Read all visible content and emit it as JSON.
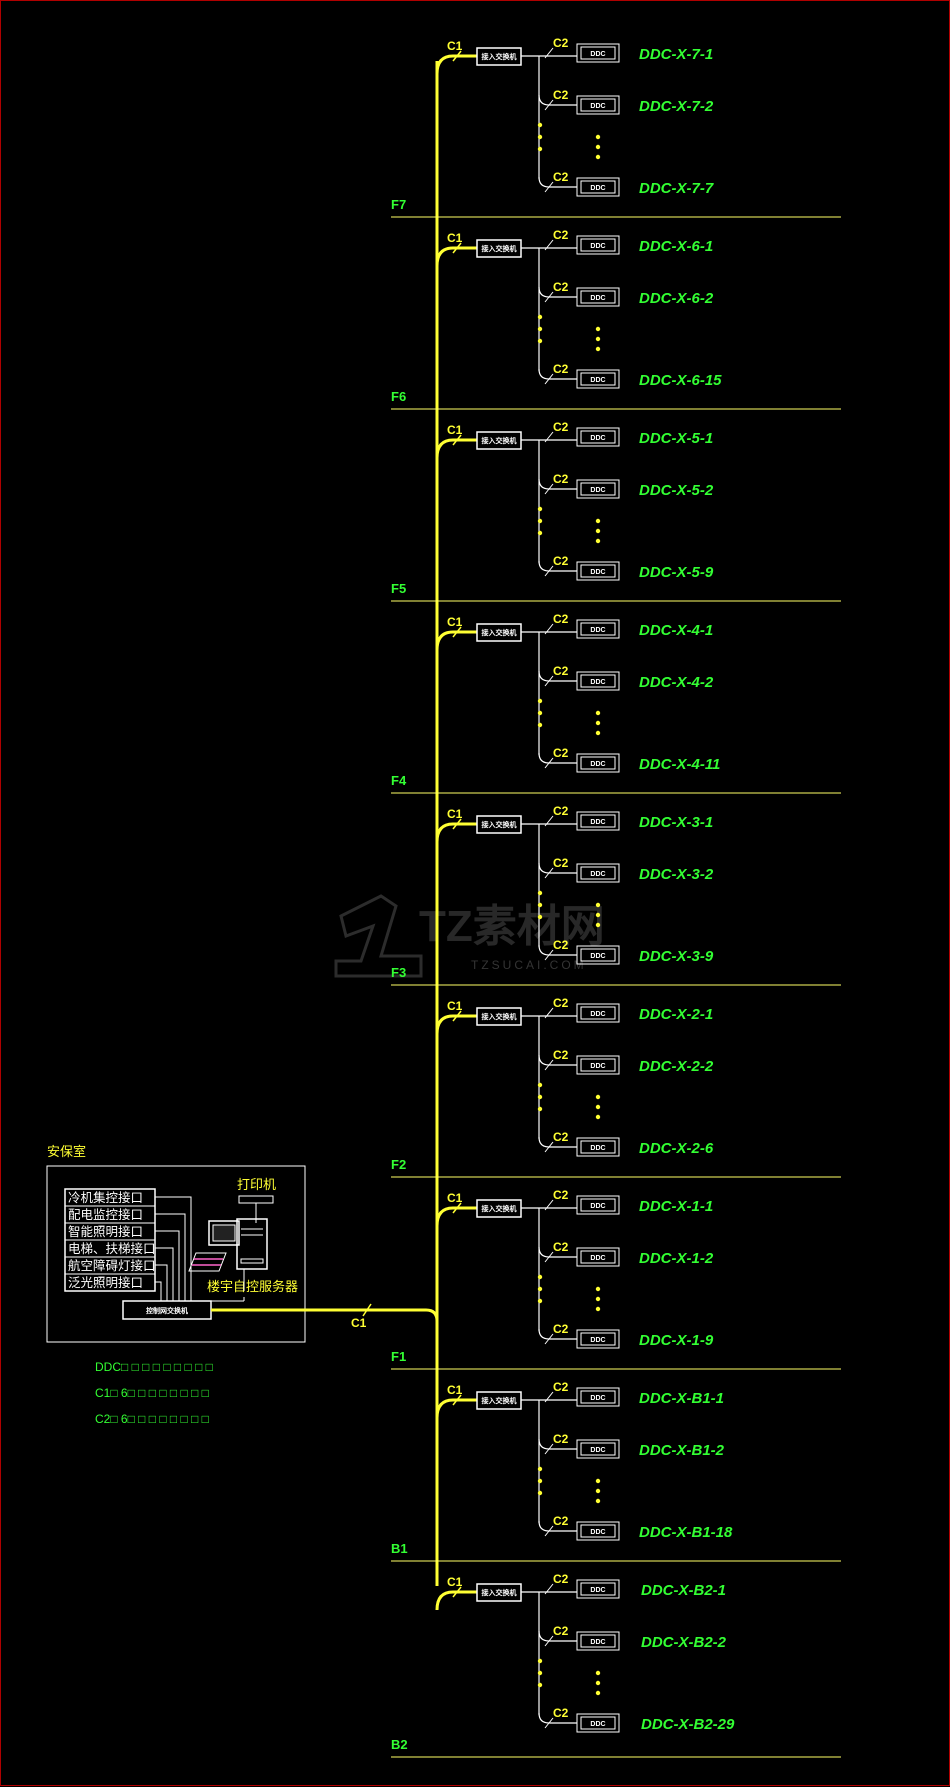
{
  "diagram": {
    "floors": [
      {
        "name": "F7",
        "devices": [
          "DDC-X-7-1",
          "DDC-X-7-2",
          "DDC-X-7-7"
        ]
      },
      {
        "name": "F6",
        "devices": [
          "DDC-X-6-1",
          "DDC-X-6-2",
          "DDC-X-6-15"
        ]
      },
      {
        "name": "F5",
        "devices": [
          "DDC-X-5-1",
          "DDC-X-5-2",
          "DDC-X-5-9"
        ]
      },
      {
        "name": "F4",
        "devices": [
          "DDC-X-4-1",
          "DDC-X-4-2",
          "DDC-X-4-11"
        ]
      },
      {
        "name": "F3",
        "devices": [
          "DDC-X-3-1",
          "DDC-X-3-2",
          "DDC-X-3-9"
        ]
      },
      {
        "name": "F2",
        "devices": [
          "DDC-X-2-1",
          "DDC-X-2-2",
          "DDC-X-2-6"
        ]
      },
      {
        "name": "F1",
        "devices": [
          "DDC-X-1-1",
          "DDC-X-1-2",
          "DDC-X-1-9"
        ]
      },
      {
        "name": "B1",
        "devices": [
          "DDC-X-B1-1",
          "DDC-X-B1-2",
          "DDC-X-B1-18"
        ]
      },
      {
        "name": "B2",
        "devices": [
          "DDC-X-B2-1",
          "DDC-X-B2-2",
          "DDC-X-B2-29"
        ]
      }
    ],
    "c1_label": "C1",
    "c2_label": "C2",
    "access_switch_label": "接入交换机",
    "ddc_box_label": "DDC"
  },
  "security_room": {
    "title": "安保室",
    "interfaces": [
      "冷机集控接口",
      "配电监控接口",
      "智能照明接口",
      "电梯、扶梯接口",
      "航空障碍灯接口",
      "泛光照明接口"
    ],
    "control_switch_label": "控制网交换机",
    "printer_label": "打印机",
    "server_label": "楼宇自控服务器",
    "trunk_label": "C1"
  },
  "legend": [
    "DDC□ □ □ □ □ □ □ □ □",
    "C1□   6□ □ □ □ □ □ □ □",
    "C2□   6□ □ □ □ □ □ □ □"
  ],
  "watermark": {
    "main": "TZ素材网",
    "sub": "TZSUCAI.COM"
  },
  "colors": {
    "bus": "#ffff33",
    "line": "#ffffff",
    "ddc_text": "#33ff33",
    "floor_line": "#ffff66",
    "frame": "#b00000"
  }
}
